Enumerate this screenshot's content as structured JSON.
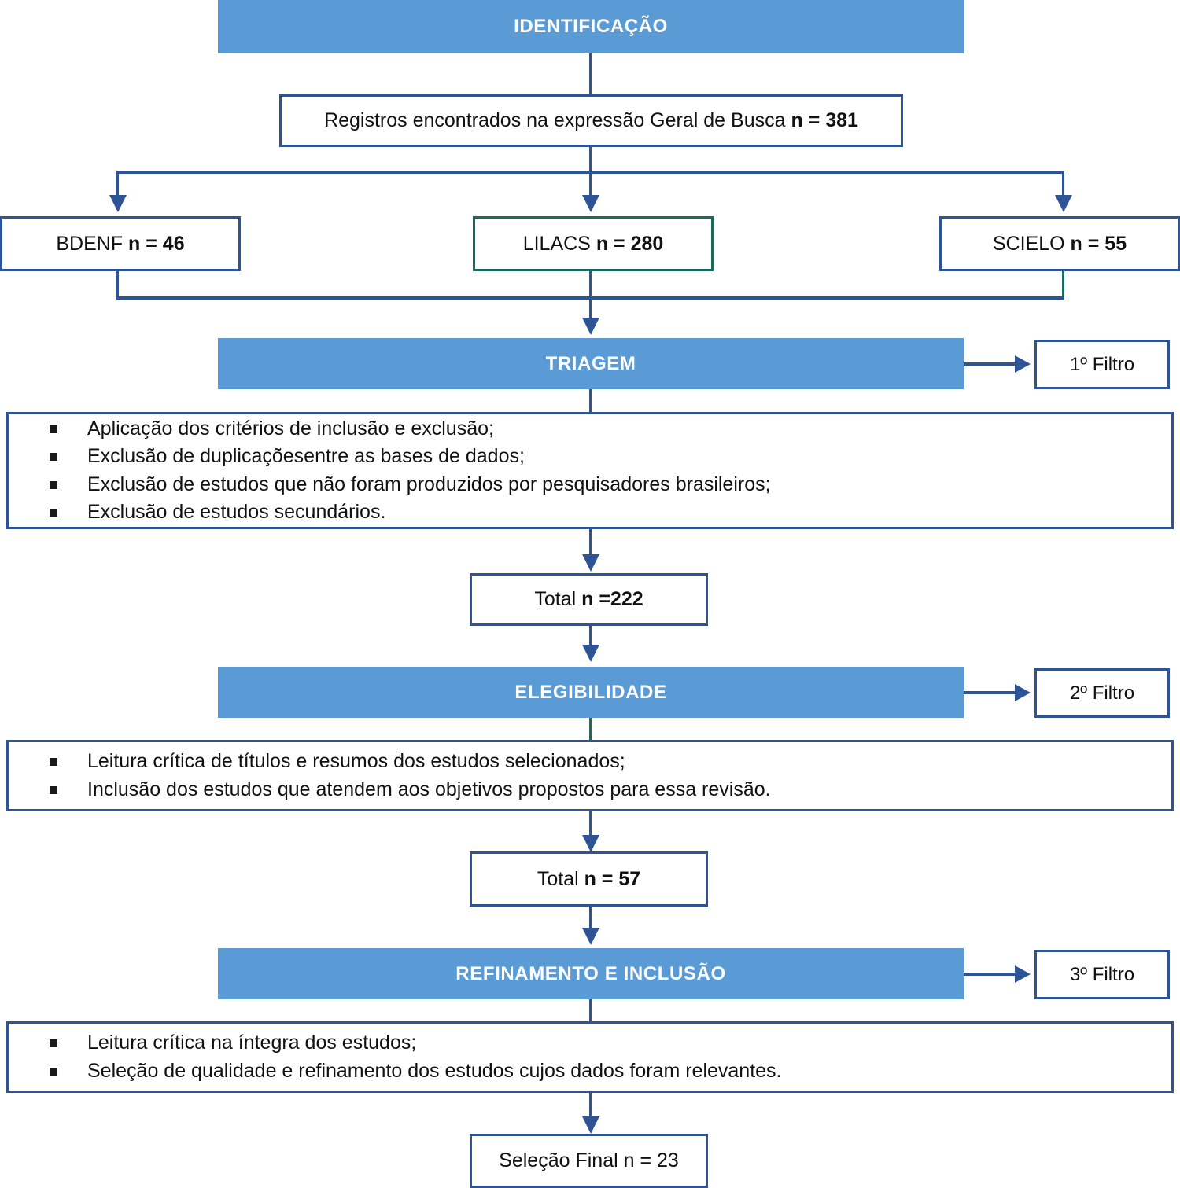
{
  "diagram": {
    "title": "Fluxograma de selecao de estudos",
    "colors": {
      "stage_bar": "#5B9BD5",
      "box_border_blue": "#2E5496",
      "box_border_green": "#1A6B5C",
      "text": "#111111",
      "stage_text": "#FFFFFF",
      "background": "#FFFFFF"
    }
  },
  "stages": {
    "identificacao": "IDENTIFICAÇÃO",
    "triagem": "TRIAGEM",
    "elegibilidade": "ELEGIBILIDADE",
    "refinamento": "REFINAMENTO E INCLUSÃO"
  },
  "filters": {
    "filtro1": "1º Filtro",
    "filtro2": "2º Filtro",
    "filtro3": "3º Filtro"
  },
  "records": {
    "geral_label": "Registros encontrados na expressão Geral de Busca ",
    "geral_value": "n = 381"
  },
  "databases": [
    {
      "name": "BDENF ",
      "value": "n = 46",
      "border": "blue"
    },
    {
      "name": "LILACS ",
      "value": "n = 280",
      "border": "green"
    },
    {
      "name": "SCIELO ",
      "value": "n = 55",
      "border": "blue"
    }
  ],
  "totals": {
    "triagem_label": "Total ",
    "triagem_value": "n =222",
    "elegibilidade_label": "Total ",
    "elegibilidade_value": "n = 57",
    "final_text": "Seleção Final  n = 23"
  },
  "criteria_triagem": [
    "Aplicação dos critérios de inclusão e exclusão;",
    "Exclusão de duplicaçõesentre as bases de dados;",
    "Exclusão de estudos que não foram produzidos por pesquisadores brasileiros;",
    "Exclusão de estudos secundários."
  ],
  "criteria_elegibilidade": [
    "Leitura crítica de títulos e resumos dos estudos selecionados;",
    "Inclusão dos estudos que atendem aos objetivos propostos para essa revisão."
  ],
  "criteria_refinamento": [
    "Leitura crítica na íntegra dos estudos;",
    "Seleção de qualidade e refinamento dos estudos cujos dados foram relevantes."
  ]
}
